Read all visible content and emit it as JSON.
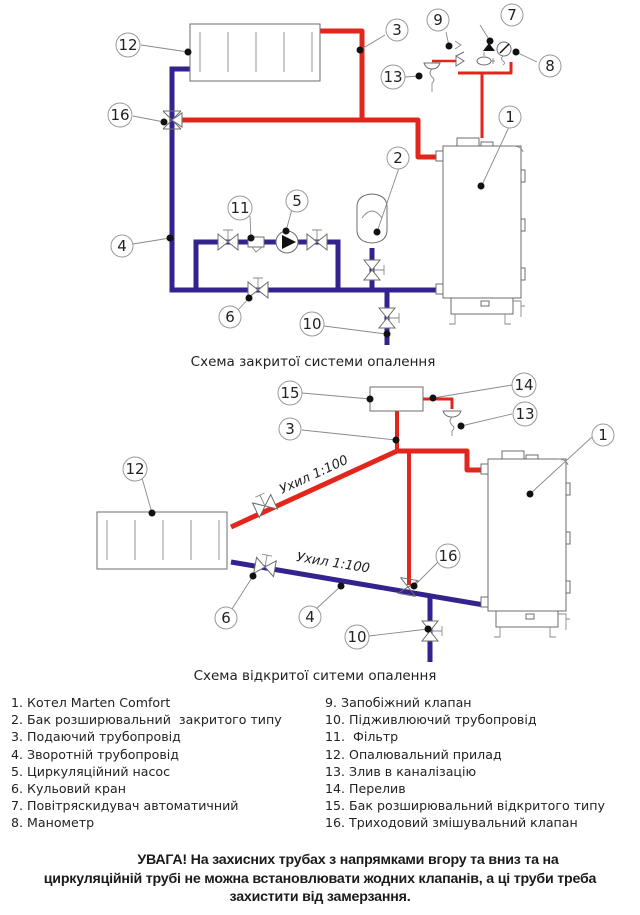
{
  "diagrams": {
    "closed": {
      "caption": "Схема закритої системи опалення",
      "callouts": {
        "c1": "1",
        "c2": "2",
        "c3": "3",
        "c4": "4",
        "c5": "5",
        "c6": "6",
        "c7": "7",
        "c8": "8",
        "c9": "9",
        "c10": "10",
        "c11": "11",
        "c12": "12",
        "c13": "13",
        "c16": "16"
      }
    },
    "open": {
      "caption": "Схема відкритої ситеми опалення",
      "slope_supply": "Ухил 1:100",
      "slope_return": "Ухил 1:100",
      "callouts": {
        "c1": "1",
        "c3": "3",
        "c4": "4",
        "c6": "6",
        "c10": "10",
        "c12": "12",
        "c13": "13",
        "c14": "14",
        "c15": "15",
        "c16": "16"
      }
    }
  },
  "colors": {
    "supply_pipe": "#e3261c",
    "return_pipe": "#33238e"
  },
  "legend": {
    "left": [
      "1. Котел Marten Comfort",
      "2. Бак розширювальний  закритого типу",
      "3. Подаючий трубопровід",
      "4. Зворотній трубопровід",
      "5. Циркуляційний насос",
      "6. Кульовий кран",
      "7. Повітряскидувач автоматичний",
      "8. Манометр"
    ],
    "right": [
      "9. Запобіжний клапан",
      "10. Підживлюючий трубопровід",
      "11.  Фільтр",
      "12. Опалювальний прилад",
      "13. Злив в каналізацію",
      "14. Перелив",
      "15. Бак розширювальний відкритого типу",
      "16. Триходовий змішувальний клапан"
    ]
  },
  "warning": {
    "line1": "УВАГА! На захисних трубах з напрямками вгору та вниз та на",
    "line2": "циркуляційній трубі не можна встановлювати жодних клапанів, а ці труби треба",
    "line3": "захистити від замерзання."
  }
}
